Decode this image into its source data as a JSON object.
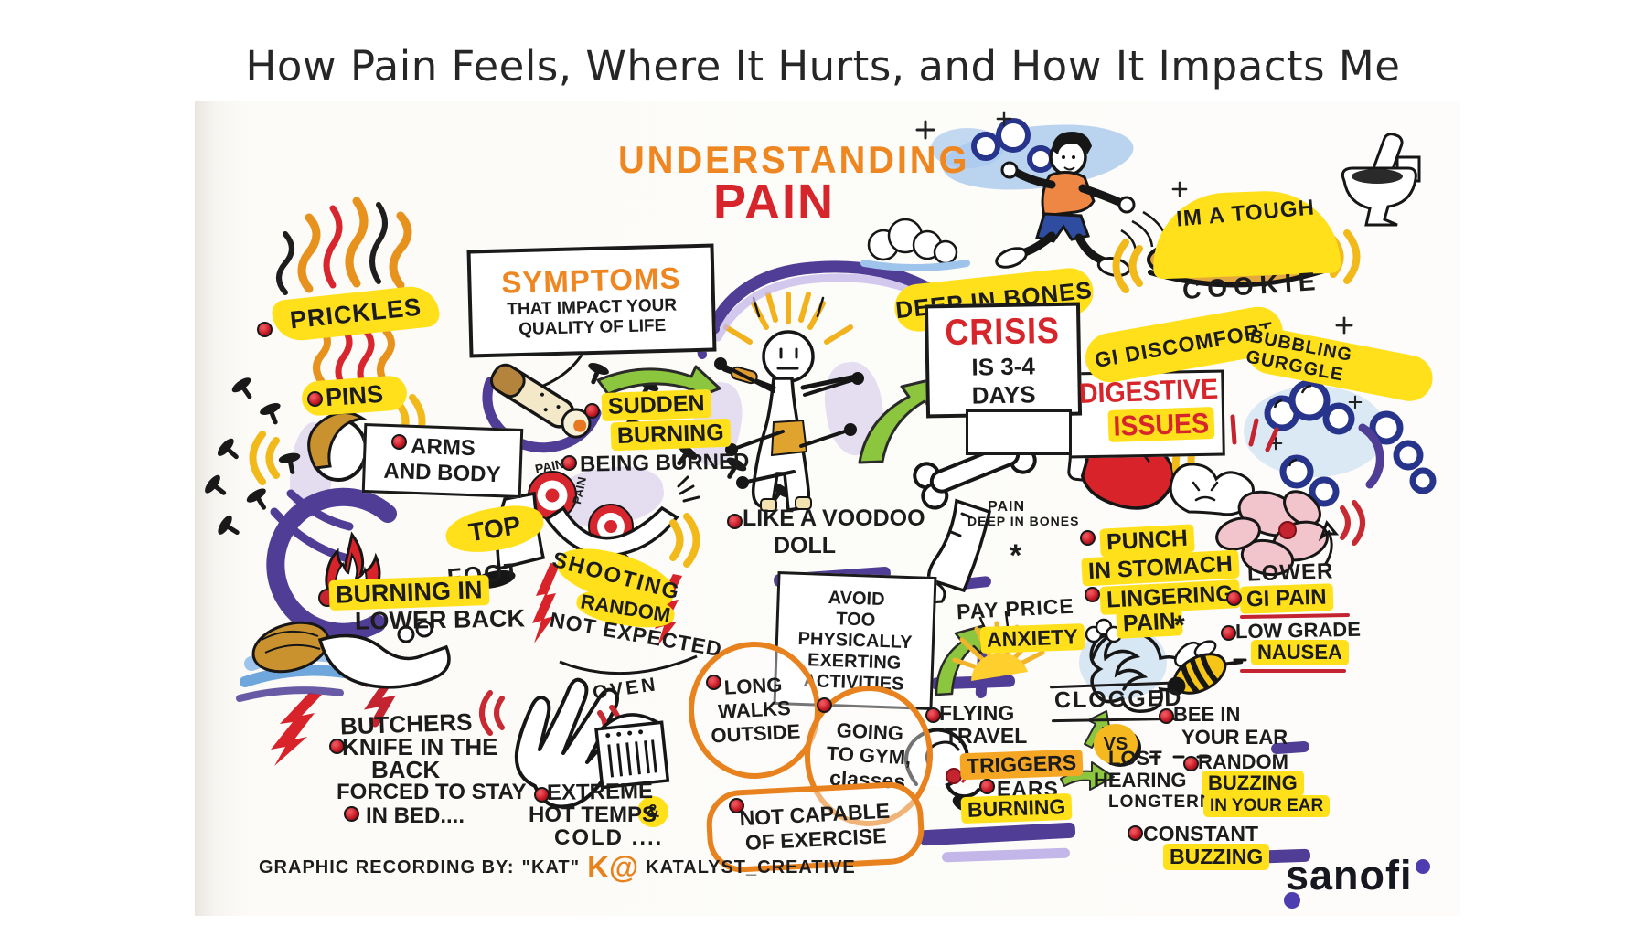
{
  "title": "How Pain Feels, Where It Hurts, and How It Impacts Me",
  "header": {
    "line1": "UNDERSTANDING",
    "line2": "PAIN"
  },
  "symptoms": {
    "heading": "SYMPTOMS",
    "sub1": "THAT IMPACT YOUR",
    "sub2": "QUALITY OF LIFE"
  },
  "sensations": {
    "prickles": "PRICKLES",
    "pins": "PINS",
    "arms1": "ARMS",
    "arms2": "AND BODY",
    "sudden1": "SUDDEN",
    "sudden2": "BURNING",
    "being_burned": "BEING BURNED",
    "pain_label1": "PAIN",
    "pain_label2": "PAIN",
    "top": "TOP",
    "foot": "FOOT",
    "shooting": "SHOOTING",
    "random": "RANDOM",
    "not_expected": "NOT EXPECTED",
    "burning_in": "BURNING IN",
    "lower_back": "LOWER BACK",
    "butchers1": "BUTCHERS",
    "butchers2": "KNIFE IN THE",
    "butchers3": "BACK",
    "forced1": "FORCED TO STAY",
    "forced2": "IN BED....",
    "oven": "OVEN",
    "extreme1": "EXTREME",
    "extreme2": "HOT TEMPS",
    "ampersand": "&",
    "extreme3": "COLD ...."
  },
  "voodoo": {
    "line1": "LIKE A VOODOO",
    "line2": "DOLL"
  },
  "crisis": {
    "deep_in_bones": "DEEP IN BONES",
    "word": "CRISIS",
    "sub1": "IS 3-4",
    "sub2": "DAYS",
    "pain1": "PAIN",
    "pain2": "DEEP IN BONES",
    "asterisk": "*"
  },
  "cookie": {
    "arc": "IM A TOUGH",
    "word": "COOKIE"
  },
  "digestive": {
    "gi_discomfort": "GI DISCOMFORT",
    "bubbling": "BUBBLING GURGGLE",
    "heading1": "DIGESTIVE",
    "heading2": "ISSUES",
    "punch1": "PUNCH",
    "punch2": "IN STOMACH",
    "lingering1": "LINGERING",
    "lingering2": "PAIN",
    "asterisk": "*",
    "lower": "LOWER",
    "gi_pain": "GI PAIN",
    "low_grade": "LOW GRADE",
    "nausea": "NAUSEA"
  },
  "activity": {
    "avoid1": "AVOID",
    "avoid2": "TOO PHYSICALLY",
    "avoid3": "EXERTING",
    "avoid4": "ACTIVITIES",
    "walks1": "LONG",
    "walks2": "WALKS",
    "walks3": "OUTSIDE",
    "gym1": "GOING",
    "gym2": "TO GYM,",
    "gym3": "classes",
    "not_capable1": "NOT CAPABLE",
    "not_capable2": "OF EXERCISE",
    "pay_price": "PAY PRICE",
    "anxiety": "ANXIETY"
  },
  "ears": {
    "flying1": "FLYING",
    "flying2": "TRAVEL",
    "triggers": "TRIGGERS",
    "ears": "EARS",
    "burning": "BURNING",
    "clogged": "CLOGGED",
    "vs": "VS",
    "bee1": "BEE IN",
    "bee2": "YOUR EAR",
    "lost1": "LOST",
    "lost2": "HEARING",
    "lost3": "LONGTERM",
    "random1": "RANDOM",
    "random2": "BUZZING",
    "random3": "IN YOUR EAR",
    "constant1": "CONSTANT",
    "constant2": "BUZZING"
  },
  "footer": {
    "credit1": "GRAPHIC RECORDING BY:",
    "credit2": "\"KAT\"",
    "credit3": "K@",
    "credit4": "KATALYST_CREATIVE",
    "brand": "sanofi"
  },
  "colors": {
    "highlight_yellow": "#FFE01A",
    "marker_orange": "#EE8722",
    "marker_red": "#D6252B",
    "arrow_green": "#8CC63E",
    "purple": "#4F3D96",
    "bubble_blue": "#27348B",
    "ink_black": "#1C1C1C"
  }
}
